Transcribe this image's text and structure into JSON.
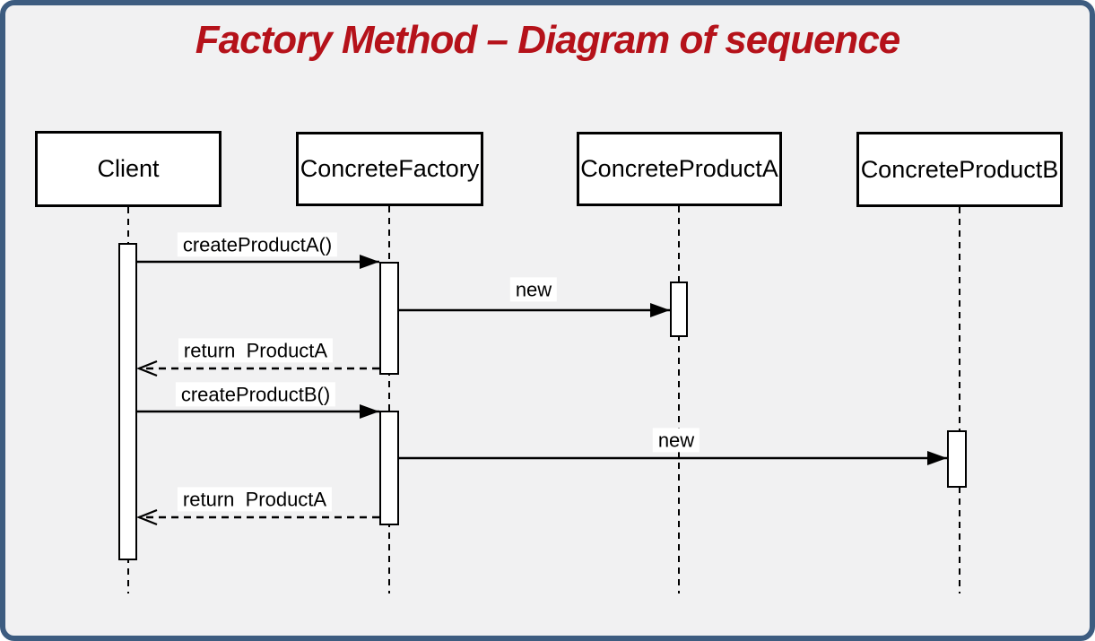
{
  "title": {
    "text": "Factory Method – Diagram of sequence"
  },
  "colors": {
    "frame_border": "#3d5c80",
    "background": "#f1f1f2",
    "title_red": "#b5121a",
    "line_black": "#000000",
    "box_fill": "#ffffff"
  },
  "diagram_type": "uml-sequence-diagram",
  "lifelines": [
    {
      "name": "Client"
    },
    {
      "name": "ConcreteFactory"
    },
    {
      "name": "ConcreteProductA"
    },
    {
      "name": "ConcreteProductB"
    }
  ],
  "messages": [
    {
      "label": "createProductA()",
      "from": "Client",
      "to": "ConcreteFactory",
      "style": "solid-call"
    },
    {
      "label": "new",
      "from": "ConcreteFactory",
      "to": "ConcreteProductA",
      "style": "solid-call"
    },
    {
      "label": "return  ProductA",
      "from": "ConcreteFactory",
      "to": "Client",
      "style": "dashed-return"
    },
    {
      "label": "createProductB()",
      "from": "Client",
      "to": "ConcreteFactory",
      "style": "solid-call"
    },
    {
      "label": "new",
      "from": "ConcreteFactory",
      "to": "ConcreteProductB",
      "style": "solid-call"
    },
    {
      "label": "return  ProductA",
      "from": "ConcreteFactory",
      "to": "Client",
      "style": "dashed-return"
    }
  ]
}
